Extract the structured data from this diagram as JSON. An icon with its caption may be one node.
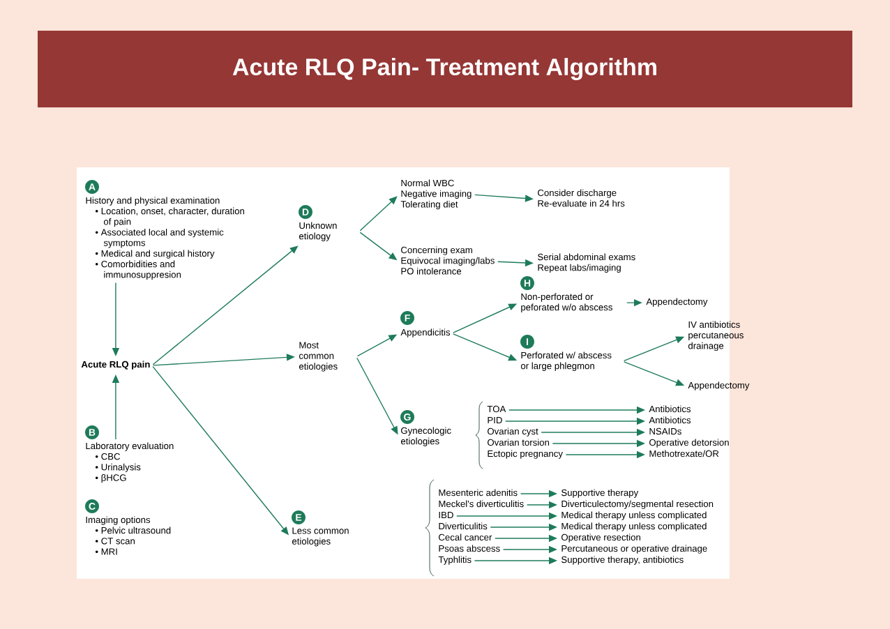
{
  "diagram": {
    "title": "Acute RLQ Pain- Treatment Algorithm",
    "nodes": [
      {
        "text": [
          "A",
          "History and physical examination",
          "• Location, onset, character, duration of pain",
          "• Associated local and systemic symptoms",
          "• Medical and surgical history",
          "• Comorbidities and immunosuppresion"
        ]
      },
      {
        "text": [
          "Acute RLQ pain"
        ]
      },
      {
        "text": [
          "B",
          "Laboratory evaluation",
          "• CBC",
          "• Urinalysis",
          "• βHCG"
        ]
      },
      {
        "text": [
          "C",
          "Imaging options",
          "• Pelvic ultrasound",
          "• CT scan",
          "• MRI"
        ]
      },
      {
        "text": [
          "D",
          "Unknown etiology"
        ]
      },
      {
        "text": [
          "Normal WBC",
          "Negative imaging",
          "Tolerating diet"
        ]
      },
      {
        "text": [
          "Consider discharge",
          "Re-evaluate in 24 hrs"
        ]
      },
      {
        "text": [
          "Concerning exam",
          "Equivocal imaging/labs",
          "PO intolerance"
        ]
      },
      {
        "text": [
          "Serial abdominal exams",
          "Repeat labs/imaging"
        ]
      },
      {
        "text": [
          "Most common etiologies"
        ]
      },
      {
        "text": [
          "F",
          "Appendicitis"
        ]
      },
      {
        "text": [
          "H",
          "Non-perforated or peforated w/o abscess"
        ]
      },
      {
        "text": [
          "Appendectomy"
        ]
      },
      {
        "text": [
          "I",
          "Perforated w/ abscess or large phlegmon"
        ]
      },
      {
        "text": [
          "IV antibiotics percutaneous drainage"
        ]
      },
      {
        "text": [
          "Appendectomy"
        ]
      },
      {
        "text": [
          "G",
          "Gynecologic etiologies"
        ]
      },
      {
        "text": [
          "TOA"
        ]
      },
      {
        "text": [
          "PID"
        ]
      },
      {
        "text": [
          "Ovarian cyst"
        ]
      },
      {
        "text": [
          "Ovarian torsion"
        ]
      },
      {
        "text": [
          "Ectopic pregnancy"
        ]
      },
      {
        "text": [
          "Antibiotics"
        ]
      },
      {
        "text": [
          "Antibiotics"
        ]
      },
      {
        "text": [
          "NSAIDs"
        ]
      },
      {
        "text": [
          "Operative detorsion"
        ]
      },
      {
        "text": [
          "Methotrexate/OR"
        ]
      },
      {
        "text": [
          "E",
          "Less common etiologies"
        ]
      },
      {
        "text": [
          "Mesenteric adenitis"
        ]
      },
      {
        "text": [
          "Meckel's diverticulitis"
        ]
      },
      {
        "text": [
          "IBD"
        ]
      },
      {
        "text": [
          "Diverticulitis"
        ]
      },
      {
        "text": [
          "Cecal cancer"
        ]
      },
      {
        "text": [
          "Psoas abscess"
        ]
      },
      {
        "text": [
          "Typhlitis"
        ]
      },
      {
        "text": [
          "Supportive therapy"
        ]
      },
      {
        "text": [
          "Diverticulectomy/segmental resection"
        ]
      },
      {
        "text": [
          "Medical therapy unless complicated"
        ]
      },
      {
        "text": [
          "Medical therapy unless complicated"
        ]
      },
      {
        "text": [
          "Operative resection"
        ]
      },
      {
        "text": [
          "Percutaneous or operative drainage"
        ]
      },
      {
        "text": [
          "Supportive therapy, antibiotics"
        ]
      }
    ],
    "edges": [
      {
        "from": 0,
        "to": 1,
        "arrow": "to"
      },
      {
        "from": 2,
        "to": 1,
        "arrow": "to"
      },
      {
        "from": 1,
        "to": 4,
        "arrow": "to"
      },
      {
        "from": 1,
        "to": 9,
        "arrow": "to"
      },
      {
        "from": 1,
        "to": 27,
        "arrow": "to"
      },
      {
        "from": 4,
        "to": 5,
        "arrow": "to"
      },
      {
        "from": 4,
        "to": 7,
        "arrow": "to"
      },
      {
        "from": 5,
        "to": 6,
        "arrow": "to"
      },
      {
        "from": 7,
        "to": 8,
        "arrow": "to"
      },
      {
        "from": 9,
        "to": 10,
        "arrow": "to"
      },
      {
        "from": 9,
        "to": 16,
        "arrow": "to"
      },
      {
        "from": 10,
        "to": 11,
        "arrow": "to"
      },
      {
        "from": 10,
        "to": 13,
        "arrow": "to"
      },
      {
        "from": 11,
        "to": 12,
        "arrow": "to"
      },
      {
        "from": 13,
        "to": 14,
        "arrow": "to"
      },
      {
        "from": 13,
        "to": 15,
        "arrow": "to"
      },
      {
        "from": 17,
        "to": 22,
        "arrow": "to"
      },
      {
        "from": 18,
        "to": 23,
        "arrow": "to"
      },
      {
        "from": 19,
        "to": 24,
        "arrow": "to"
      },
      {
        "from": 20,
        "to": 25,
        "arrow": "to"
      },
      {
        "from": 21,
        "to": 26,
        "arrow": "to"
      },
      {
        "from": 28,
        "to": 35,
        "arrow": "to"
      },
      {
        "from": 29,
        "to": 36,
        "arrow": "to"
      },
      {
        "from": 30,
        "to": 37,
        "arrow": "to"
      },
      {
        "from": 31,
        "to": 38,
        "arrow": "to"
      },
      {
        "from": 32,
        "to": 39,
        "arrow": "to"
      },
      {
        "from": 33,
        "to": 40,
        "arrow": "to"
      },
      {
        "from": 34,
        "to": 41,
        "arrow": "to"
      }
    ]
  }
}
